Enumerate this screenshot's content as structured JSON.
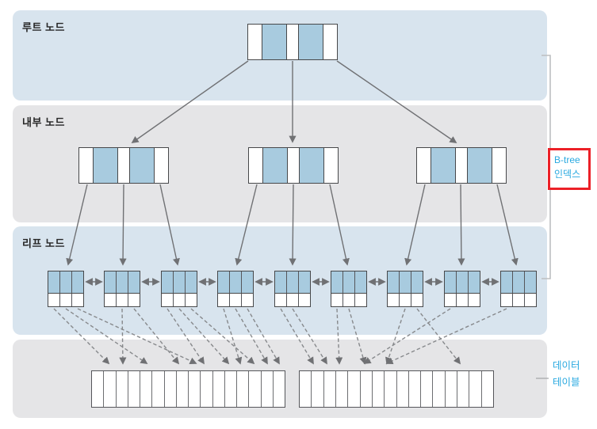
{
  "bands": {
    "root": {
      "label": "루트 노드"
    },
    "internal": {
      "label": "내부 노드"
    },
    "leaf": {
      "label": "리프 노드"
    },
    "data": {
      "label": ""
    }
  },
  "annotations": {
    "btree": {
      "line1": "B-tree",
      "line2": "인덱스"
    },
    "data_table": {
      "line1": "데이터",
      "line2": "테이블"
    }
  },
  "colors": {
    "band_blue": "#d8e4ee",
    "band_gray": "#e5e5e7",
    "cell_blue": "#a8cbdf",
    "cell_white": "#ffffff",
    "node_border": "#47484a",
    "arrow_gray": "#707174",
    "dashed_gray": "#87898c",
    "bracket_gray": "#bdbfc1",
    "annotation_red": "#ec2027",
    "annotation_text_blue": "#29a9e0",
    "label_text": "#262626"
  },
  "structure": {
    "root_nodes": 1,
    "internal_nodes": 3,
    "leaf_nodes": 9,
    "cells_per_key_node": 5,
    "key_cell_pattern": [
      "white",
      "blue",
      "white",
      "blue",
      "white"
    ],
    "cells_per_leaf_row": 3,
    "leaf_rows": [
      "blue-keys",
      "white-pointers"
    ],
    "leaf_sibling_links": "bidirectional",
    "data_tables": 2,
    "cells_per_table": 16,
    "dashed_links": [
      [
        68,
        137
      ],
      [
        83,
        185
      ],
      [
        98,
        247
      ],
      [
        154,
        155
      ],
      [
        169,
        225
      ],
      [
        211,
        257
      ],
      [
        226,
        288
      ],
      [
        241,
        320
      ],
      [
        282,
        303
      ],
      [
        297,
        337
      ],
      [
        312,
        352
      ],
      [
        354,
        395
      ],
      [
        369,
        412
      ],
      [
        425,
        428
      ],
      [
        440,
        460
      ],
      [
        511,
        488
      ],
      [
        526,
        580
      ],
      [
        568,
        460
      ],
      [
        639,
        488
      ]
    ]
  }
}
